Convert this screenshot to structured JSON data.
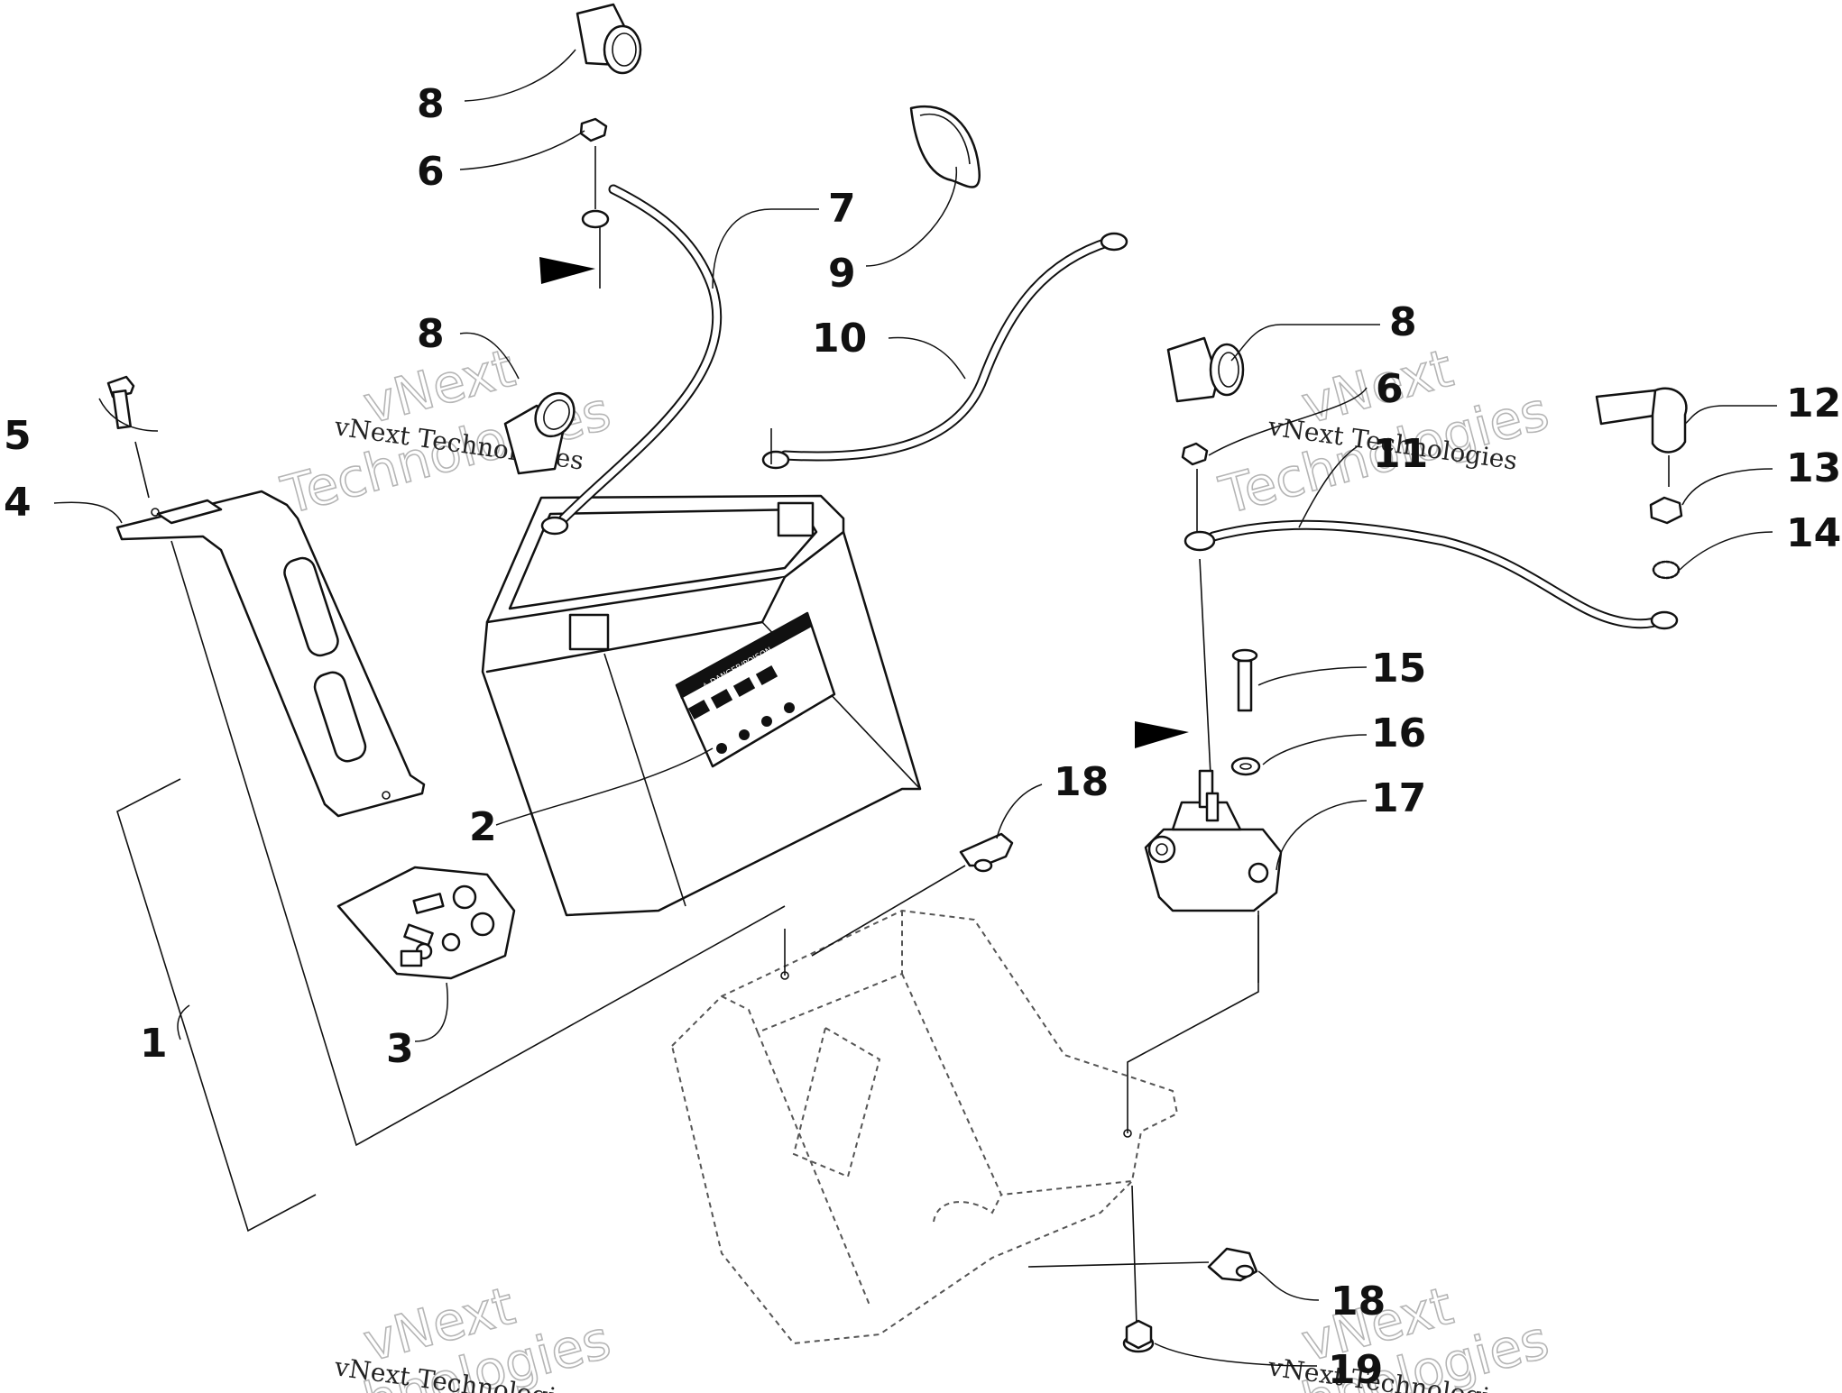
{
  "callouts": {
    "c1": "1",
    "c2": "2",
    "c3": "3",
    "c4": "4",
    "c5": "5",
    "c6a": "6",
    "c6b": "6",
    "c7": "7",
    "c8a": "8",
    "c8b": "8",
    "c8c": "8",
    "c9": "9",
    "c10": "10",
    "c11": "11",
    "c12": "12",
    "c13": "13",
    "c14": "14",
    "c15": "15",
    "c16": "16",
    "c17": "17",
    "c18a": "18",
    "c18b": "18",
    "c19": "19"
  },
  "watermark": {
    "brand": "vNext",
    "brand2": "Technologies",
    "line": "vNext Technologies"
  },
  "battery_label": {
    "heading": "⚠ DANGER/POISON"
  }
}
